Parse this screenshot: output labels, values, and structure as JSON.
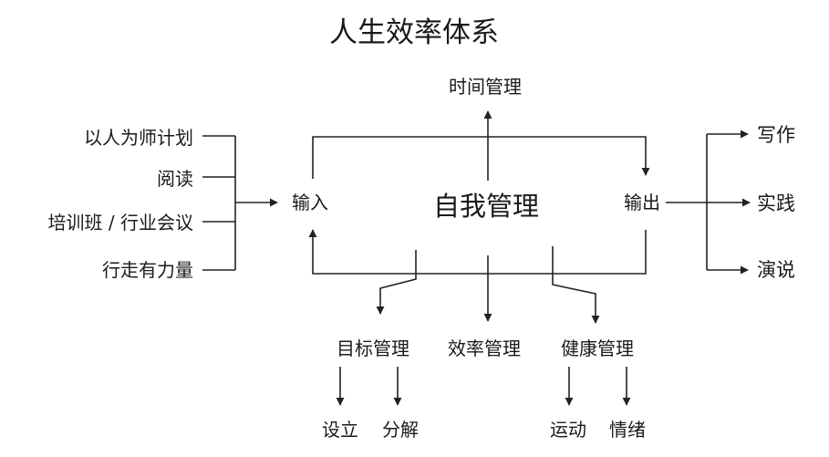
{
  "title": "人生效率体系",
  "center": "自我管理",
  "input": "输入",
  "output": "输出",
  "top": "时间管理",
  "inputs": [
    "以人为师计划",
    "阅读",
    "培训班 / 行业会议",
    "行走有力量"
  ],
  "outputs": [
    "写作",
    "实践",
    "演说"
  ],
  "bottom": [
    "目标管理",
    "效率管理",
    "健康管理"
  ],
  "goal_children": [
    "设立",
    "分解"
  ],
  "health_children": [
    "运动",
    "情绪"
  ]
}
